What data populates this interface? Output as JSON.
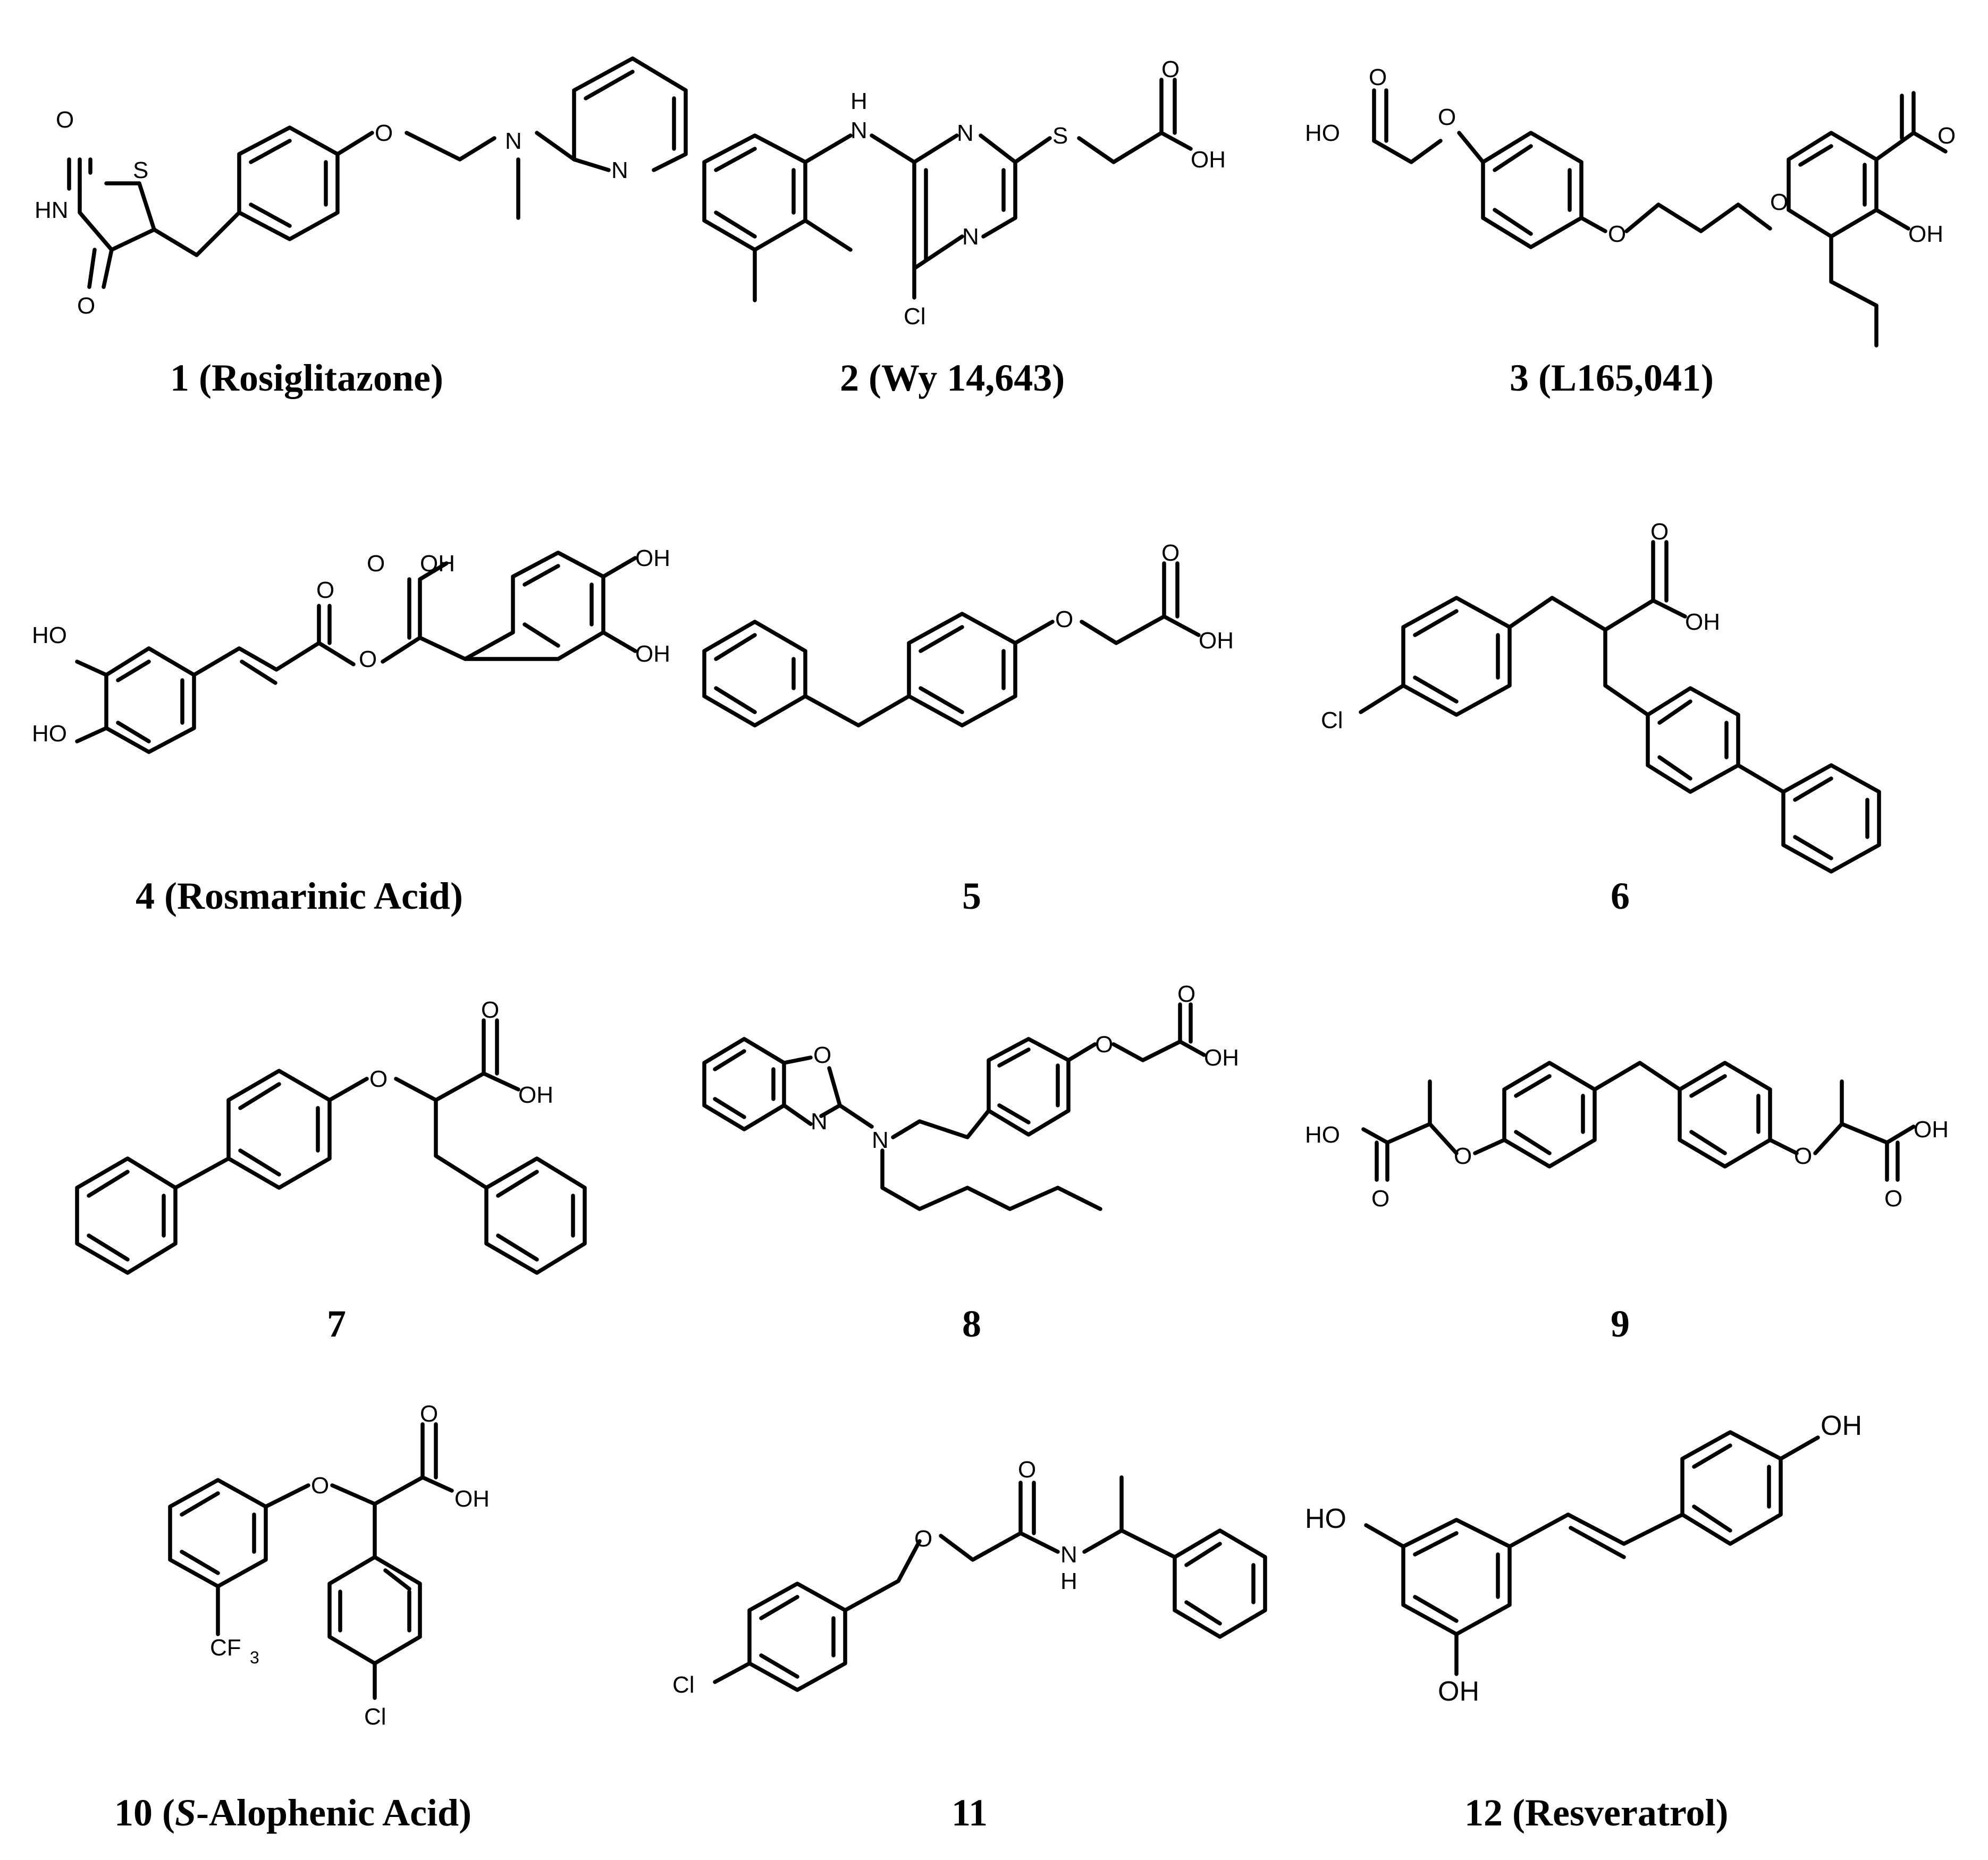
{
  "compounds": [
    {
      "id": "1",
      "caption": "1 (Rosiglitazone)",
      "atoms": [
        "O",
        "S",
        "HN",
        "O",
        "O",
        "N",
        "N"
      ]
    },
    {
      "id": "2",
      "caption": "2 (Wy 14,643)",
      "atoms": [
        "H",
        "N",
        "N",
        "S",
        "O",
        "OH",
        "N",
        "Cl"
      ]
    },
    {
      "id": "3",
      "caption": "3 (L165,041)",
      "atoms": [
        "O",
        "HO",
        "O",
        "O",
        "O",
        "O",
        "OH"
      ]
    },
    {
      "id": "4",
      "caption": "4 (Rosmarinic Acid)",
      "atoms": [
        "O",
        "OH",
        "OH",
        "OH",
        "HO",
        "HO",
        "O",
        "O"
      ]
    },
    {
      "id": "5",
      "caption": "5",
      "atoms": [
        "O",
        "O",
        "OH"
      ]
    },
    {
      "id": "6",
      "caption": "6",
      "atoms": [
        "O",
        "OH",
        "Cl"
      ]
    },
    {
      "id": "7",
      "caption": "7",
      "atoms": [
        "O",
        "O",
        "OH"
      ]
    },
    {
      "id": "8",
      "caption": "8",
      "atoms": [
        "O",
        "N",
        "N",
        "O",
        "O",
        "OH"
      ]
    },
    {
      "id": "9",
      "caption": "9",
      "atoms": [
        "HO",
        "O",
        "O",
        "O",
        "O",
        "OH"
      ]
    },
    {
      "id": "10",
      "caption_prefix": "10 (",
      "caption_italic": "S",
      "caption_suffix": "-Alophenic Acid)",
      "atoms": [
        "O",
        "O",
        "OH",
        "CF",
        "3",
        "Cl"
      ]
    },
    {
      "id": "11",
      "caption": "11",
      "atoms": [
        "O",
        "O",
        "N",
        "H",
        "Cl"
      ]
    },
    {
      "id": "12",
      "caption": "12 (Resveratrol)",
      "atoms": [
        "OH",
        "HO",
        "OH"
      ]
    }
  ]
}
